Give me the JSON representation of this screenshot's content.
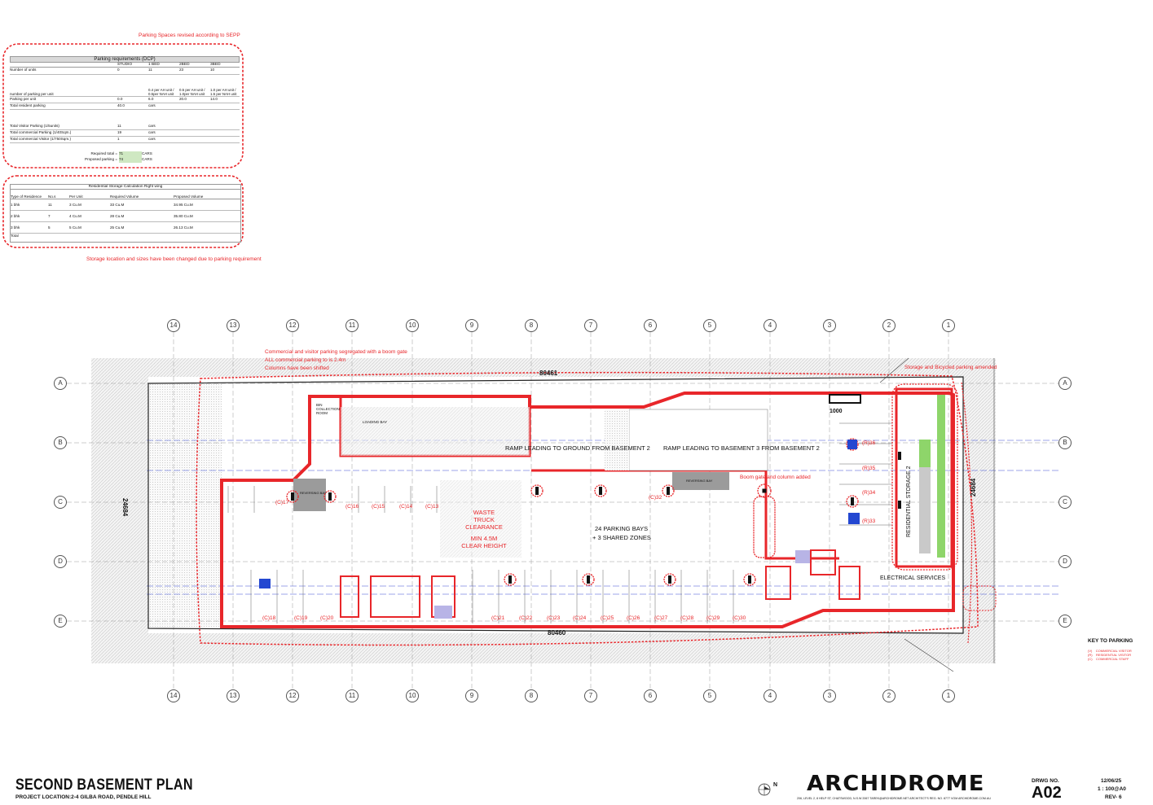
{
  "notes": {
    "parking_revised": "Parking Spaces revised according to SEPP",
    "storage_changed": "Storage location and sizes have been changed due to parking requirement",
    "boom_gate": "Commercial and visitor parking segregated with a boom gate",
    "commercial_2_4m": "ALL commercial parking to is 2.4m",
    "columns_shifted": "Columns have been shifted",
    "storage_bicycle": "Storage and Bicycled parking amended",
    "boom_gate_column": "Boom gate and column added"
  },
  "parking_table": {
    "title": "Parking requirements (DCP)",
    "headers": [
      "",
      "STUDIO",
      "1 BED",
      "2BED",
      "3BED"
    ],
    "rows": [
      {
        "label": "Number of units",
        "c1": "0",
        "c2": "11",
        "c3": "23",
        "c4": "10"
      },
      {
        "label": "number of parking per unit",
        "c1": "",
        "c2": "0.4 per AH unit / 0.5per NAH unit",
        "c3": "0.5 per AH unit / 1.0per NAH unit",
        "c4": "1.0 per AH unit / 1.5 per NAH unit"
      },
      {
        "label": "Parking per unit",
        "c1": "0.0",
        "c2": "6.0",
        "c3": "20.0",
        "c4": "14.0"
      },
      {
        "label": "Total resident parking",
        "c1": "40.0",
        "c2": "cars",
        "c3": "",
        "c4": ""
      },
      {
        "label": "Total Visitor Parking (1/5units)",
        "c1": "11",
        "c2": "cars",
        "c3": "",
        "c4": ""
      },
      {
        "label": "Total commercial Parking (1/40Sqm.)",
        "c1": "19",
        "c2": "cars",
        "c3": "",
        "c4": ""
      },
      {
        "label": "Total commercial Visitor (1/750Sqm.)",
        "c1": "1",
        "c2": "cars",
        "c3": "",
        "c4": ""
      }
    ],
    "required_label": "Required total =",
    "required_value": "71",
    "proposed_label": "Proposed parking =",
    "proposed_value": "74",
    "unit": "CARS"
  },
  "storage_table": {
    "title": "Residential Storage Calculation Right wing",
    "headers": [
      "Type of Residence",
      "No.s",
      "Per Unit",
      "Required Volume",
      "Proposed Volume"
    ],
    "rows": [
      {
        "type": "1 bhk",
        "nos": "11",
        "per": "3 Cu.M",
        "req": "33 Cu.M",
        "prop": "34.95 Cu.M"
      },
      {
        "type": "2 bhk",
        "nos": "7",
        "per": "4 Cu.M",
        "req": "28 Cu.M",
        "prop": "35.80 Cu.M"
      },
      {
        "type": "3 bhk",
        "nos": "5",
        "per": "5 Cu.M",
        "req": "25 Cu.M",
        "prop": "26.13 Cu.M"
      }
    ],
    "total_label": "Total"
  },
  "grid": {
    "columns": [
      "14",
      "13",
      "12",
      "11",
      "10",
      "9",
      "8",
      "7",
      "6",
      "5",
      "4",
      "3",
      "2",
      "1"
    ],
    "rows": [
      "A",
      "B",
      "C",
      "D",
      "E"
    ]
  },
  "plan": {
    "dim_top": "80461",
    "dim_bottom": "80460",
    "dim_side": "24684",
    "ramp_ground": "RAMP LEADING TO GROUND FROM BASEMENT 2",
    "ramp_b3": "RAMP LEADING TO BASEMENT 3 FROM BASEMENT 2",
    "waste_truck": "WASTE TRUCK CLEARANCE",
    "min_height": "MIN 4.5M CLEAR HEIGHT",
    "parking_bays": "24 PARKING BAYS",
    "shared_zones": "+ 3 SHARED ZONES",
    "electrical": "ELECTRICAL SERVICES",
    "residential_storage": "RESIDENTIAL STORAGE 2",
    "reversing_bay": "REVERSING BAY",
    "bin_room": "BIN COLLECTION ROOM",
    "loading_bay": "LOADING BAY",
    "dim_1000": "1000",
    "upper_bays": [
      "(C)17",
      "(C)16",
      "(C)15",
      "(C)14",
      "(C)13",
      "(C)32"
    ],
    "lower_bays": [
      "(C)18",
      "(C)19",
      "(C)20",
      "(C)21",
      "(C)22",
      "(C)23",
      "(C)24",
      "(C)25",
      "(C)26",
      "(C)27",
      "(C)28",
      "(C)29",
      "(C)30"
    ],
    "right_bays": [
      "(R)36",
      "(R)35",
      "(R)34",
      "(R)33"
    ]
  },
  "key": {
    "title": "KEY TO PARKING",
    "items": [
      "(V)    COMMERCIAL VISITOR",
      "(R)    RESIDENTIAL VISITOR",
      "(C)    COMMERCIAL STAFF"
    ]
  },
  "title_block": {
    "title": "SECOND BASEMENT PLAN",
    "location": "PROJECT LOCATION:2-4 GILBA ROAD, PENDLE HILL",
    "logo": "ARCHIDROME",
    "address": "206, LEVEL 2, 8 HELP ST, CHATSWOOD, N.S.W 2067   TAREK@ARCHIDROME.NET   ARCHITECT'S REG. NO. 8777 VOM   ARCHIDROME.COM.AU",
    "drwg_label": "DRWG NO.",
    "drwg_no": "A02",
    "date": "12/06/25",
    "scale": "1 : 100@A0",
    "rev": "REV- 6",
    "north": "N"
  }
}
